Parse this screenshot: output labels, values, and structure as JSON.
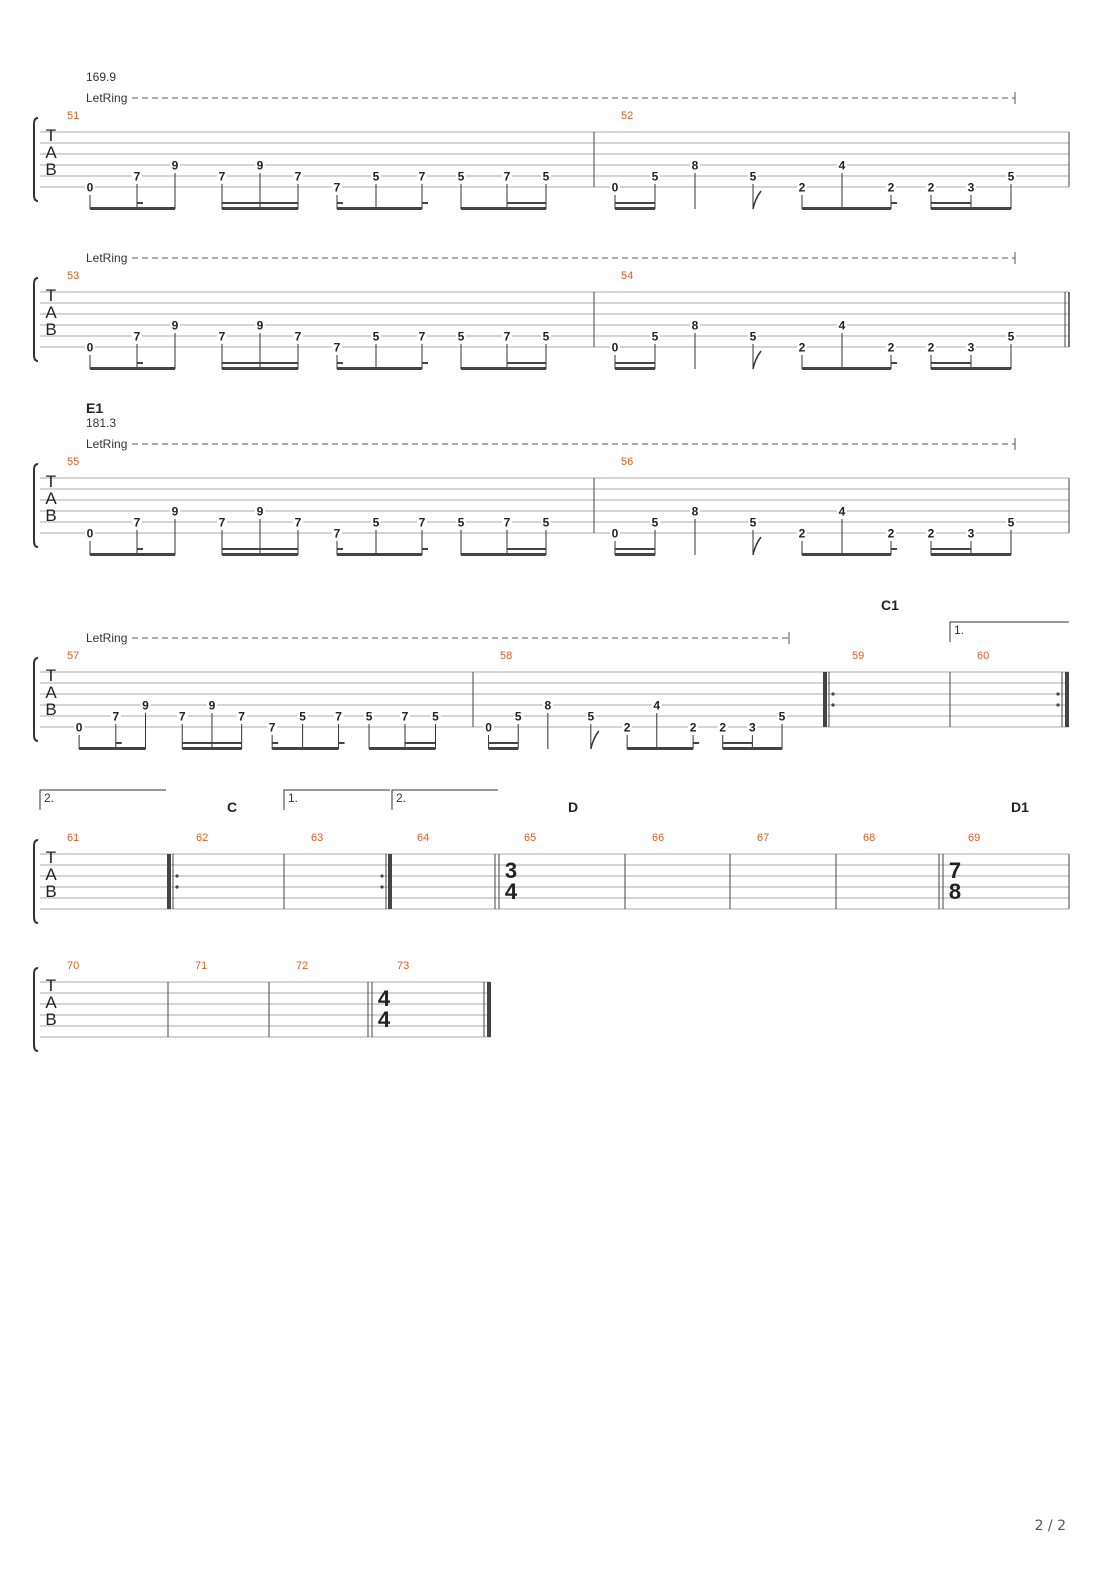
{
  "page": {
    "page_number": "2 / 2"
  },
  "clef": [
    "T",
    "A",
    "B"
  ],
  "colors": {
    "bar_number": "#e65a1e",
    "staff_line": "#aaaaaa",
    "barline": "#444444",
    "note": "#222222"
  },
  "pattern_a": [
    {
      "fret": "0",
      "string": 6,
      "dur": 8
    },
    {
      "fret": "7",
      "string": 5,
      "dur": 16
    },
    {
      "fret": "9",
      "string": 4,
      "dur": 8
    },
    {
      "fret": "7",
      "string": 5,
      "dur": 16
    },
    {
      "fret": "9",
      "string": 4,
      "dur": 16
    },
    {
      "fret": "7",
      "string": 5,
      "dur": 16
    },
    {
      "fret": "7",
      "string": 6,
      "dur": 16
    },
    {
      "fret": "5",
      "string": 5,
      "dur": 8
    },
    {
      "fret": "7",
      "string": 5,
      "dur": 16
    },
    {
      "fret": "5",
      "string": 5,
      "dur": 8
    },
    {
      "fret": "7",
      "string": 5,
      "dur": 16
    },
    {
      "fret": "5",
      "string": 5,
      "dur": 16
    }
  ],
  "pattern_b": [
    {
      "fret": "0",
      "string": 6,
      "dur": 16
    },
    {
      "fret": "5",
      "string": 5,
      "dur": 16
    },
    {
      "fret": "8",
      "string": 4,
      "dur": 4
    },
    {
      "fret": "5",
      "string": 5,
      "dur": 8
    },
    {
      "fret": "2",
      "string": 6,
      "dur": 8
    },
    {
      "fret": "4",
      "string": 4,
      "dur": 8
    },
    {
      "fret": "2",
      "string": 6,
      "dur": 16
    },
    {
      "fret": "2",
      "string": 6,
      "dur": 16
    },
    {
      "fret": "3",
      "string": 6,
      "dur": 16
    },
    {
      "fret": "5",
      "string": 5,
      "dur": 8
    }
  ],
  "systems": [
    {
      "tempo": "169.9",
      "letring": "LetRing",
      "bars": [
        {
          "number": "51",
          "notes": "pattern_a"
        },
        {
          "number": "52",
          "notes": "pattern_b"
        }
      ]
    },
    {
      "letring": "LetRing",
      "bars": [
        {
          "number": "53",
          "notes": "pattern_a"
        },
        {
          "number": "54",
          "notes": "pattern_b",
          "end": "double"
        }
      ]
    },
    {
      "section": "E1",
      "tempo": "181.3",
      "letring": "LetRing",
      "bars": [
        {
          "number": "55",
          "notes": "pattern_a"
        },
        {
          "number": "56",
          "notes": "pattern_b"
        }
      ]
    },
    {
      "letring": "LetRing",
      "bars": [
        {
          "number": "57",
          "notes": "pattern_a"
        },
        {
          "number": "58",
          "notes": "pattern_b"
        },
        {
          "number": "59",
          "section": "C1",
          "repeat_start": true
        },
        {
          "number": "60",
          "volta": "1.",
          "repeat_end": true
        }
      ]
    },
    {
      "bars": [
        {
          "number": "61",
          "volta": "2."
        },
        {
          "number": "62",
          "section": "C",
          "repeat_start": true
        },
        {
          "number": "63",
          "volta": "1."
        },
        {
          "number": "64",
          "volta": "2.",
          "repeat_end_before": true
        },
        {
          "number": "65",
          "section": "D",
          "time_signature": [
            "3",
            "4"
          ],
          "double_before": true
        },
        {
          "number": "66"
        },
        {
          "number": "67"
        },
        {
          "number": "68"
        },
        {
          "number": "69",
          "section": "D1",
          "time_signature": [
            "7",
            "8"
          ],
          "double_before": true
        }
      ]
    },
    {
      "bars": [
        {
          "number": "70"
        },
        {
          "number": "71"
        },
        {
          "number": "72"
        },
        {
          "number": "73",
          "time_signature": [
            "4",
            "4"
          ],
          "double_before": true,
          "end": "final"
        }
      ]
    }
  ]
}
